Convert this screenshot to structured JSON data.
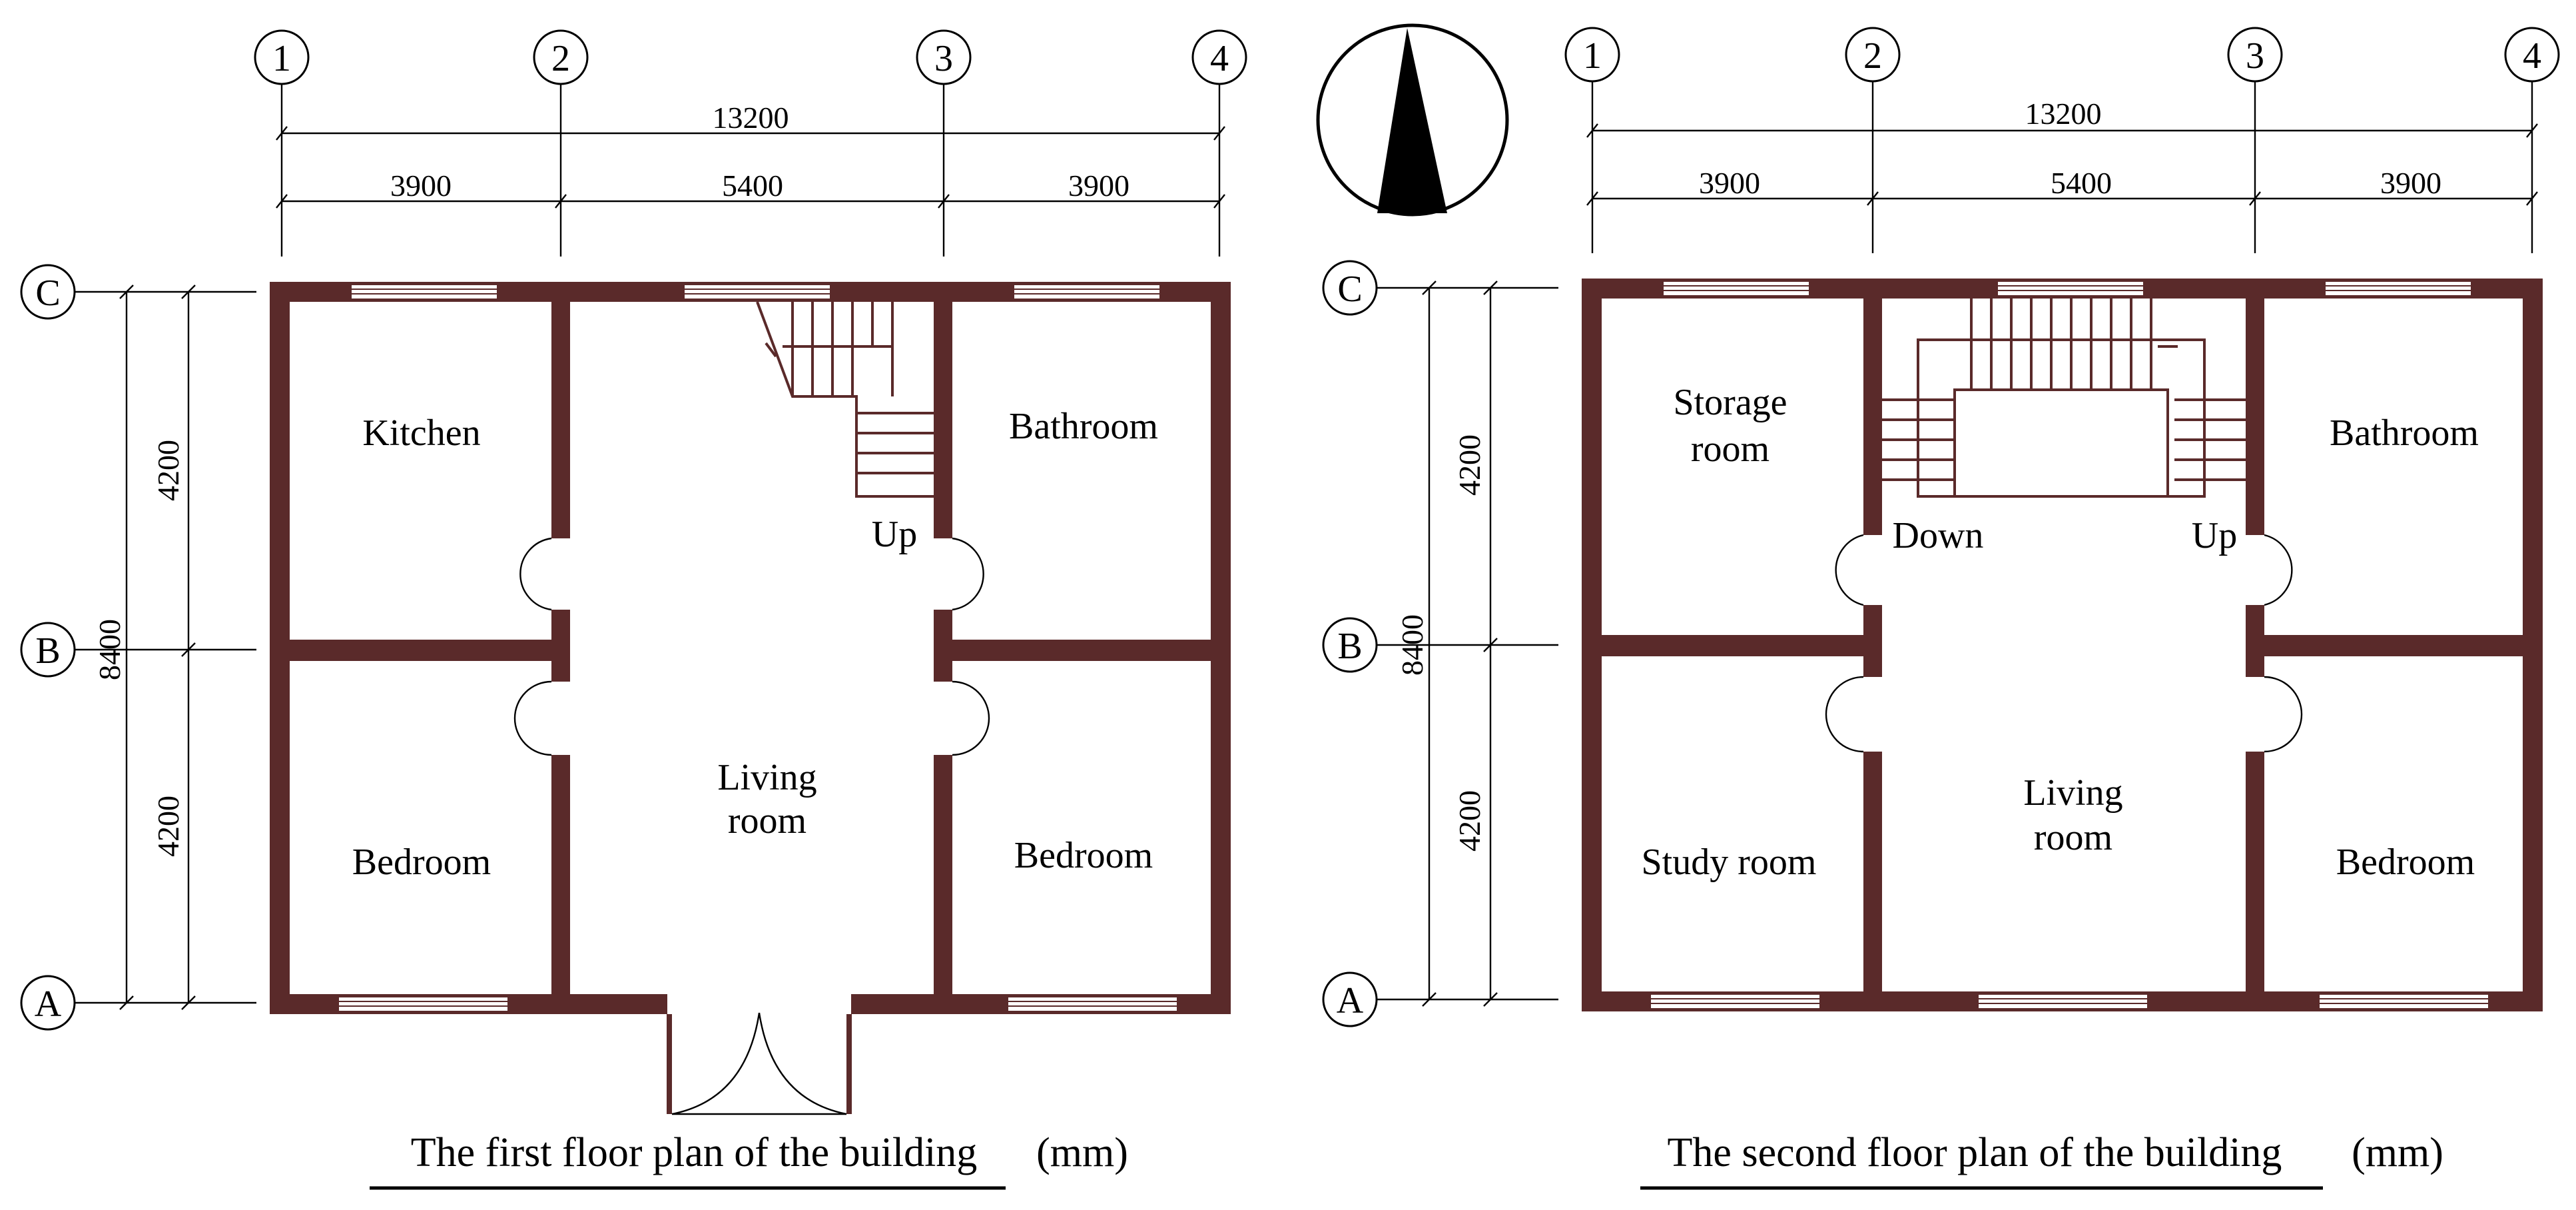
{
  "plans": [
    {
      "title": "The first floor plan of the building",
      "unit": "(mm)",
      "grid_columns": [
        "1",
        "2",
        "3",
        "4"
      ],
      "grid_rows": [
        "A",
        "B",
        "C"
      ],
      "dims_x_total": "13200",
      "dims_x": [
        "3900",
        "5400",
        "3900"
      ],
      "dims_y_total": "8400",
      "dims_y": [
        "4200",
        "4200"
      ],
      "rooms": {
        "top_left": "Kitchen",
        "bottom_left": "Bedroom",
        "center_line1": "Living",
        "center_line2": "room",
        "top_right": "Bathroom",
        "bottom_right": "Bedroom"
      },
      "stair_labels": {
        "up": "Up"
      }
    },
    {
      "title": "The second floor plan of the building",
      "unit": "(mm)",
      "grid_columns": [
        "1",
        "2",
        "3",
        "4"
      ],
      "grid_rows": [
        "A",
        "B",
        "C"
      ],
      "dims_x_total": "13200",
      "dims_x": [
        "3900",
        "5400",
        "3900"
      ],
      "dims_y_total": "8400",
      "dims_y": [
        "4200",
        "4200"
      ],
      "rooms": {
        "top_left_line1": "Storage",
        "top_left_line2": "room",
        "bottom_left": "Study room",
        "center_line1": "Living",
        "center_line2": "room",
        "top_right": "Bathroom",
        "bottom_right": "Bedroom"
      },
      "stair_labels": {
        "down": "Down",
        "up": "Up"
      }
    }
  ],
  "north_arrow": "north-arrow-icon",
  "colors": {
    "wall": "#5a2a2a",
    "line": "#000000",
    "background": "#ffffff"
  }
}
